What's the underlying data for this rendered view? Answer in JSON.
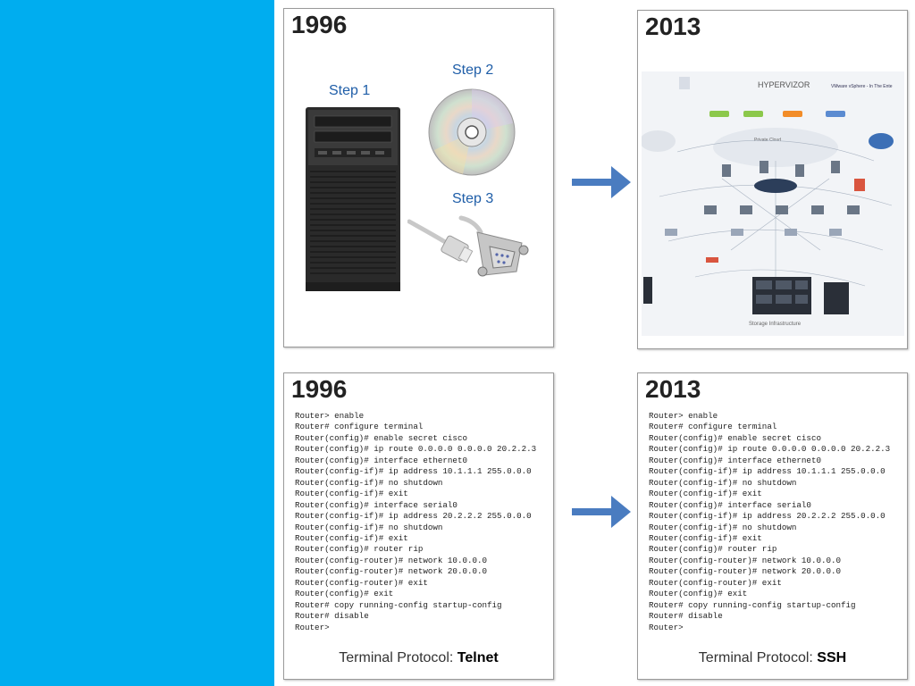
{
  "colors": {
    "left_bar": "#00adef",
    "arrow": "#4a7cc0",
    "step_label": "#1f5ea8"
  },
  "top_left": {
    "year": "1996",
    "step1": "Step 1",
    "step2": "Step 2",
    "step3": "Step 3",
    "images": [
      "server-tower",
      "optical-disc",
      "serial-console-cable"
    ]
  },
  "top_right": {
    "year": "2013",
    "diagram_labels": {
      "brand": "HYPERVIZOR",
      "subtitle": "VMware vSphere - In The Ente",
      "private_cloud": "Private Cloud",
      "storage": "Storage Infrastructure"
    }
  },
  "bottom_left": {
    "year": "1996",
    "cli_lines": [
      "Router> enable",
      "Router# configure terminal",
      "Router(config)# enable secret cisco",
      "Router(config)# ip route 0.0.0.0 0.0.0.0 20.2.2.3",
      "Router(config)# interface ethernet0",
      "Router(config-if)# ip address 10.1.1.1 255.0.0.0",
      "Router(config-if)# no shutdown",
      "Router(config-if)# exit",
      "Router(config)# interface serial0",
      "Router(config-if)# ip address 20.2.2.2 255.0.0.0",
      "Router(config-if)# no shutdown",
      "Router(config-if)# exit",
      "Router(config)# router rip",
      "Router(config-router)# network 10.0.0.0",
      "Router(config-router)# network 20.0.0.0",
      "Router(config-router)# exit",
      "Router(config)# exit",
      "Router# copy running-config startup-config",
      "Router# disable",
      "Router>"
    ],
    "protocol_label": "Terminal Protocol: ",
    "protocol_value": "Telnet"
  },
  "bottom_right": {
    "year": "2013",
    "cli_lines": [
      "Router> enable",
      "Router# configure terminal",
      "Router(config)# enable secret cisco",
      "Router(config)# ip route 0.0.0.0 0.0.0.0 20.2.2.3",
      "Router(config)# interface ethernet0",
      "Router(config-if)# ip address 10.1.1.1 255.0.0.0",
      "Router(config-if)# no shutdown",
      "Router(config-if)# exit",
      "Router(config)# interface serial0",
      "Router(config-if)# ip address 20.2.2.2 255.0.0.0",
      "Router(config-if)# no shutdown",
      "Router(config-if)# exit",
      "Router(config)# router rip",
      "Router(config-router)# network 10.0.0.0",
      "Router(config-router)# network 20.0.0.0",
      "Router(config-router)# exit",
      "Router(config)# exit",
      "Router# copy running-config startup-config",
      "Router# disable",
      "Router>"
    ],
    "protocol_label": "Terminal Protocol: ",
    "protocol_value": "SSH"
  }
}
